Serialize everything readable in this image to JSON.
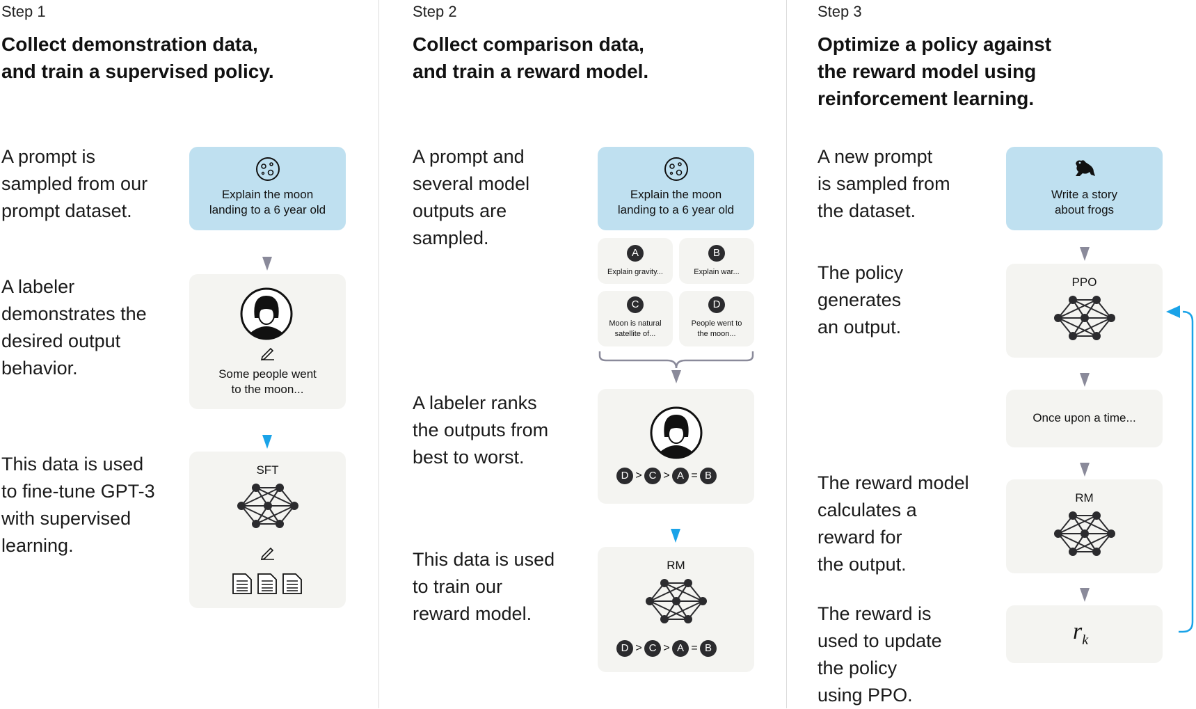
{
  "steps": [
    {
      "label": "Step 1",
      "title": [
        "Collect demonstration data,",
        "and train a supervised policy."
      ],
      "descriptions": [
        [
          "A prompt is",
          "sampled from our",
          "prompt dataset."
        ],
        [
          "A labeler",
          "demonstrates the",
          "desired output",
          "behavior."
        ],
        [
          "This data is used",
          "to fine-tune GPT-3",
          "with supervised",
          "learning."
        ]
      ],
      "prompt_card": [
        "Explain the moon",
        "landing to a 6 year old"
      ],
      "demo_card": [
        "Some people went",
        "to the moon..."
      ],
      "model_label": "SFT"
    },
    {
      "label": "Step 2",
      "title": [
        "Collect comparison data,",
        "and train a reward model."
      ],
      "descriptions": [
        [
          "A prompt and",
          "several model",
          "outputs are",
          "sampled."
        ],
        [
          "A labeler ranks",
          "the outputs from",
          "best to worst."
        ],
        [
          "This data is used",
          "to train our",
          "reward model."
        ]
      ],
      "prompt_card": [
        "Explain the moon",
        "landing to a 6 year old"
      ],
      "outputs": [
        {
          "letter": "A",
          "text": [
            "Explain gravity..."
          ]
        },
        {
          "letter": "B",
          "text": [
            "Explain war..."
          ]
        },
        {
          "letter": "C",
          "text": [
            "Moon is natural",
            "satellite of..."
          ]
        },
        {
          "letter": "D",
          "text": [
            "People went to",
            "the moon..."
          ]
        }
      ],
      "ranking": {
        "letters": [
          "D",
          "C",
          "A",
          "B"
        ],
        "ops": [
          ">",
          ">",
          "="
        ]
      },
      "model_label": "RM"
    },
    {
      "label": "Step 3",
      "title": [
        "Optimize a policy against",
        "the reward model using",
        "reinforcement learning."
      ],
      "descriptions": [
        [
          "A new prompt",
          "is sampled from",
          "the dataset."
        ],
        [
          "The policy",
          "generates",
          "an output."
        ],
        [
          "The reward model",
          "calculates a",
          "reward for",
          "the output."
        ],
        [
          "The reward is",
          "used to update",
          "the policy",
          "using PPO."
        ]
      ],
      "prompt_card": [
        "Write a story",
        "about frogs"
      ],
      "policy_label": "PPO",
      "output_text": "Once upon a time...",
      "rm_label": "RM",
      "reward_symbol": "r",
      "reward_subscript": "k"
    }
  ],
  "colors": {
    "blue_card": "#bfe0f0",
    "gray_card": "#f4f4f1",
    "arrow_gray": "#8a8a9a",
    "arrow_blue": "#1aa3e8",
    "node": "#2b2b2e"
  },
  "icons": [
    "moon-icon",
    "labeler-avatar-icon",
    "pencil-icon",
    "document-icon",
    "frog-icon",
    "neural-network-icon"
  ]
}
